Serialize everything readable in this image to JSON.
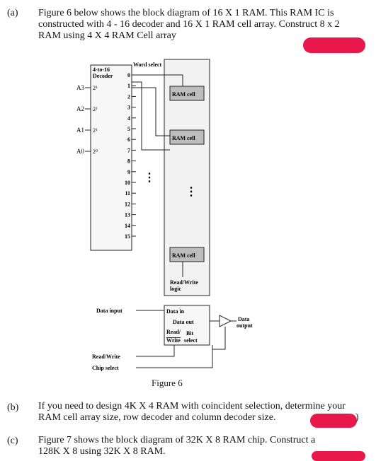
{
  "question_a": {
    "label": "(a)",
    "line1": "Figure 6 below shows the block diagram of 16 X 1 RAM. This RAM IC is",
    "line2": "constructed with 4 - 16 decoder and 16 X 1 RAM cell array. Construct 8 x 2",
    "line3": "RAM using 4 X 4 RAM Cell array"
  },
  "diagram": {
    "decoder_title1": "4-to-16",
    "decoder_title2": "Decoder",
    "word_select": "Word select",
    "inputs": [
      "A3",
      "A2",
      "A1",
      "A0"
    ],
    "input_pins": [
      "2³",
      "2²",
      "2¹",
      "2⁰"
    ],
    "outputs": [
      "0",
      "1",
      "2",
      "3",
      "4",
      "5",
      "6",
      "7",
      "8",
      "9",
      "10",
      "11",
      "12",
      "13",
      "14",
      "15"
    ],
    "ram_cell": "RAM cell",
    "rw_logic1": "Read/Write",
    "rw_logic2": "logic",
    "data_in": "Data in",
    "data_out": "Data out",
    "read_write": "Read/",
    "write": "Write",
    "bit": "Bit",
    "select": "select",
    "data_input": "Data input",
    "data_output1": "Data",
    "data_output2": "output",
    "rw_signal": "Read/Write",
    "chip_select": "Chip select",
    "ellipsis": "⋮"
  },
  "figure_caption": "Figure 6",
  "question_b": {
    "label": "(b)",
    "line1": "If you need to design 4K X 4 RAM with coincident selection, determine your",
    "line2": "RAM cell array size, row decoder and column decoder size.",
    "marks_tail": ")"
  },
  "question_c": {
    "label": "(c)",
    "line1": "Figure 7 shows the block diagram of 32K X 8 RAM chip. Construct a",
    "line2": "128K X 8 using 32K X 8 RAM."
  },
  "colors": {
    "redaction": "#e8194a",
    "ram_cell_fill": "#bdbdbd",
    "panel_fill": "#f2f2f2"
  }
}
